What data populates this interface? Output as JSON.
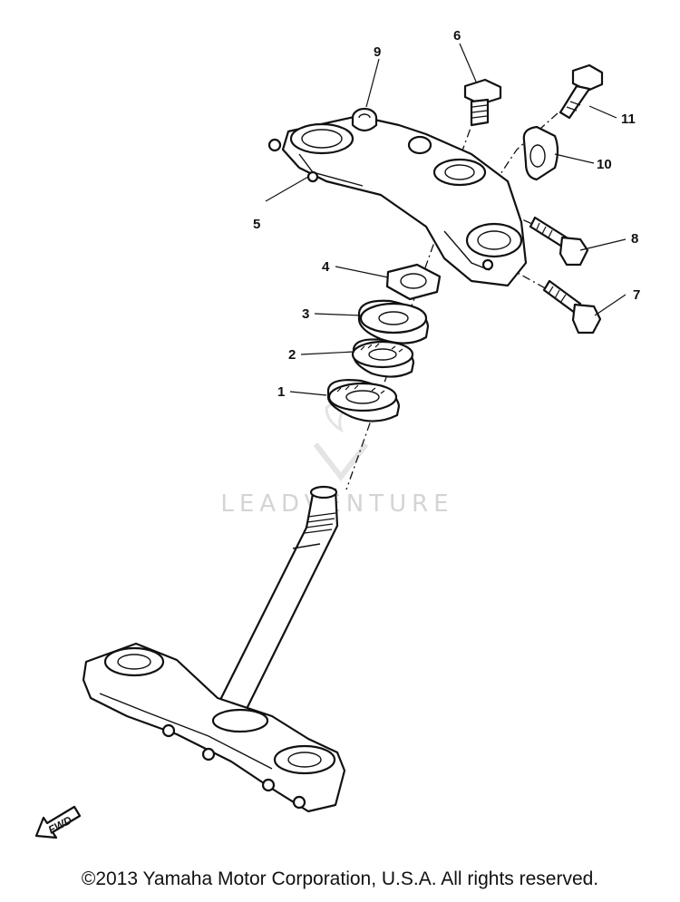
{
  "diagram": {
    "callouts": [
      "1",
      "2",
      "3",
      "4",
      "5",
      "6",
      "7",
      "8",
      "9",
      "10",
      "11"
    ],
    "watermark": "LEADVENTURE",
    "forward_label": "FWD",
    "copyright": "©2013 Yamaha Motor Corporation, U.S.A. All rights reserved."
  }
}
